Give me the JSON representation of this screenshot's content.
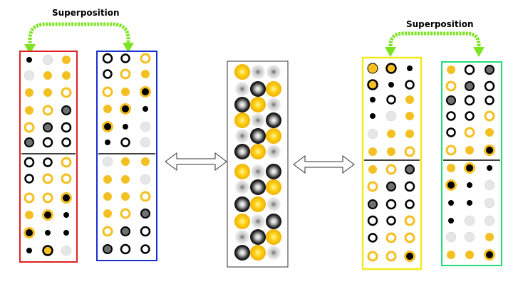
{
  "labels": {
    "superposition_left": "Superposition",
    "superposition_right": "Superposition"
  },
  "colors": {
    "left_panel_a": "#e02020",
    "left_panel_b": "#1a2fd0",
    "right_panel_a": "#f2ea1c",
    "right_panel_b": "#22dd7a",
    "center_panel": "#333333",
    "arrow_green": "#7be31f",
    "gold": "#f4c021",
    "gray": "#707070",
    "light": "#e6e6e6"
  },
  "panels": {
    "left_a": [
      [
        "d",
        "l",
        "y"
      ],
      [
        "l",
        "y",
        "y"
      ],
      [
        "y",
        "y",
        "ry"
      ],
      [
        "y",
        "ry",
        "g"
      ],
      [
        "ry",
        "g",
        "rk"
      ],
      [
        "g",
        "rk",
        "w"
      ],
      [
        "rk",
        "w",
        "ry"
      ],
      [
        "w",
        "ry",
        "ry"
      ],
      [
        "ry",
        "ry",
        "yd"
      ],
      [
        "y",
        "yd",
        "d"
      ],
      [
        "yd",
        "d",
        "d"
      ],
      [
        "d",
        "dy",
        "l"
      ]
    ],
    "left_b": [
      [
        "rk",
        "w",
        "ry"
      ],
      [
        "w",
        "ry",
        "y"
      ],
      [
        "ry",
        "y",
        "yd"
      ],
      [
        "y",
        "yd",
        "d"
      ],
      [
        "yd",
        "d",
        "l"
      ],
      [
        "d",
        "w",
        "l"
      ],
      [
        "l",
        "y",
        "y"
      ],
      [
        "y",
        "y",
        "l"
      ],
      [
        "y",
        "y",
        "ry"
      ],
      [
        "y",
        "ry",
        "g"
      ],
      [
        "ry",
        "g",
        "rk"
      ],
      [
        "g",
        "rk",
        "w"
      ]
    ],
    "center": [
      [
        "Y",
        "S",
        "S"
      ],
      [
        "S",
        "B",
        "Y"
      ],
      [
        "B",
        "Y",
        "S"
      ],
      [
        "Y",
        "S",
        "B"
      ],
      [
        "S",
        "B",
        "Y"
      ],
      [
        "B",
        "Y",
        "S"
      ],
      [
        "Y",
        "S",
        "B"
      ],
      [
        "S",
        "B",
        "Y"
      ],
      [
        "B",
        "Y",
        "S"
      ],
      [
        "Y",
        "S",
        "B"
      ],
      [
        "S",
        "B",
        "Y"
      ],
      [
        "B",
        "Y",
        "S"
      ]
    ],
    "right_a": [
      [
        "yk",
        "dy",
        "d"
      ],
      [
        "dy",
        "d",
        "w"
      ],
      [
        "d",
        "w",
        "y"
      ],
      [
        "d",
        "l",
        "y"
      ],
      [
        "l",
        "y",
        "y"
      ],
      [
        "y",
        "y",
        "ry"
      ],
      [
        "y",
        "ry",
        "g"
      ],
      [
        "ry",
        "g",
        "rk"
      ],
      [
        "g",
        "rk",
        "w"
      ],
      [
        "rk",
        "w",
        "ry"
      ],
      [
        "w",
        "ry",
        "ry"
      ],
      [
        "ry",
        "ry",
        "yd"
      ]
    ],
    "right_b": [
      [
        "y",
        "rk",
        "g"
      ],
      [
        "ry",
        "g",
        "rk"
      ],
      [
        "g",
        "rk",
        "w"
      ],
      [
        "w",
        "w",
        "ry"
      ],
      [
        "w",
        "ry",
        "y"
      ],
      [
        "ry",
        "y",
        "yd"
      ],
      [
        "y",
        "yd",
        "d"
      ],
      [
        "yd",
        "d",
        "l"
      ],
      [
        "d",
        "d",
        "l"
      ],
      [
        "d",
        "l",
        "l"
      ],
      [
        "l",
        "l",
        "y"
      ],
      [
        "y",
        "y",
        "yd"
      ]
    ]
  }
}
